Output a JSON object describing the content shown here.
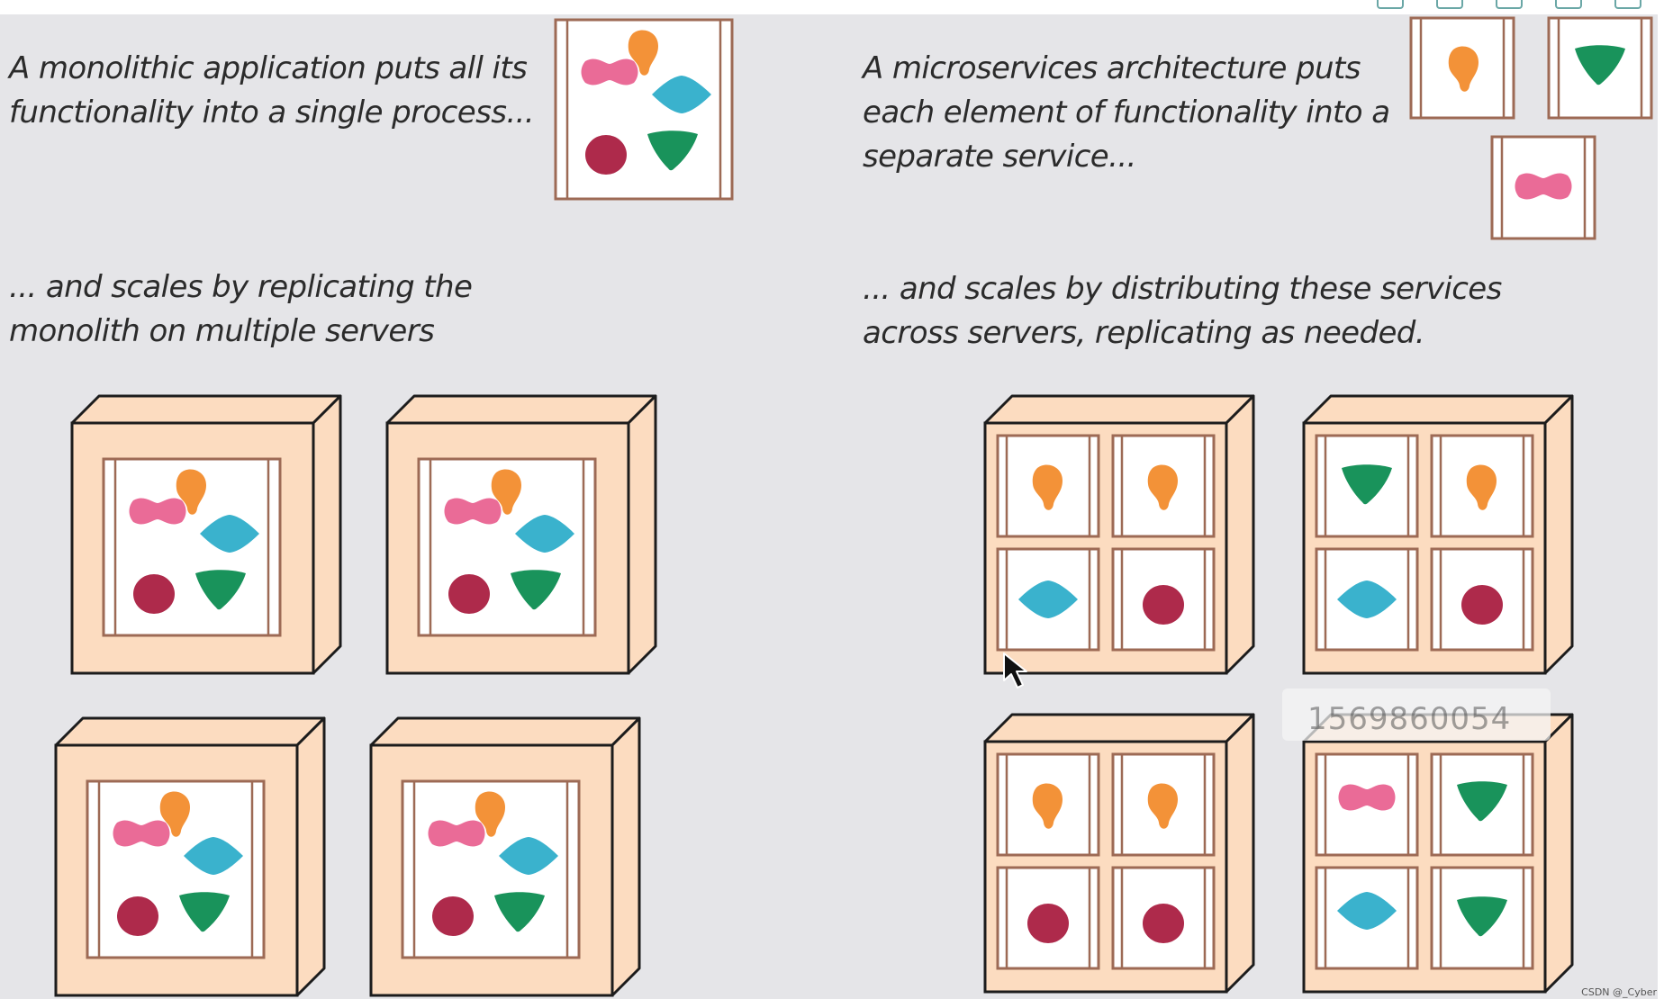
{
  "captions": {
    "monolith_intro": "A monolithic application puts all its\nfunctionality into a single process...",
    "monolith_scale": "... and scales by replicating the\nmonolith on multiple servers",
    "micro_intro": "A microservices architecture puts\neach element of functionality into a\nseparate service...",
    "micro_scale": "... and scales by distributing these services\nacross servers, replicating as needed."
  },
  "overlay_id": "1569860054",
  "credit": "CSDN @_Cyber",
  "icons": {
    "toolbar": [
      "toolbar-icon-1",
      "toolbar-icon-2",
      "toolbar-icon-3",
      "toolbar-icon-4",
      "toolbar-icon-5"
    ],
    "cursor": "mouse-pointer-icon"
  },
  "monolith_servers": 4,
  "microservice_servers": [
    [
      "orange-blob",
      "orange-blob",
      "teal-diamond",
      "crimson-circle"
    ],
    [
      "green-triangle",
      "orange-blob",
      "teal-diamond",
      "crimson-circle"
    ],
    [
      "orange-blob",
      "orange-blob",
      "crimson-circle",
      "crimson-circle"
    ],
    [
      "pink-bowtie",
      "green-triangle",
      "teal-diamond",
      "green-triangle"
    ]
  ],
  "colors": {
    "background": "#e5e5e8",
    "server_face": "#fcdcc0",
    "frame_brown": "#9d6a55",
    "orange": "#f39238",
    "pink": "#ea6b97",
    "teal": "#3ab2cd",
    "crimson": "#ae2a4b",
    "green": "#19935b"
  }
}
